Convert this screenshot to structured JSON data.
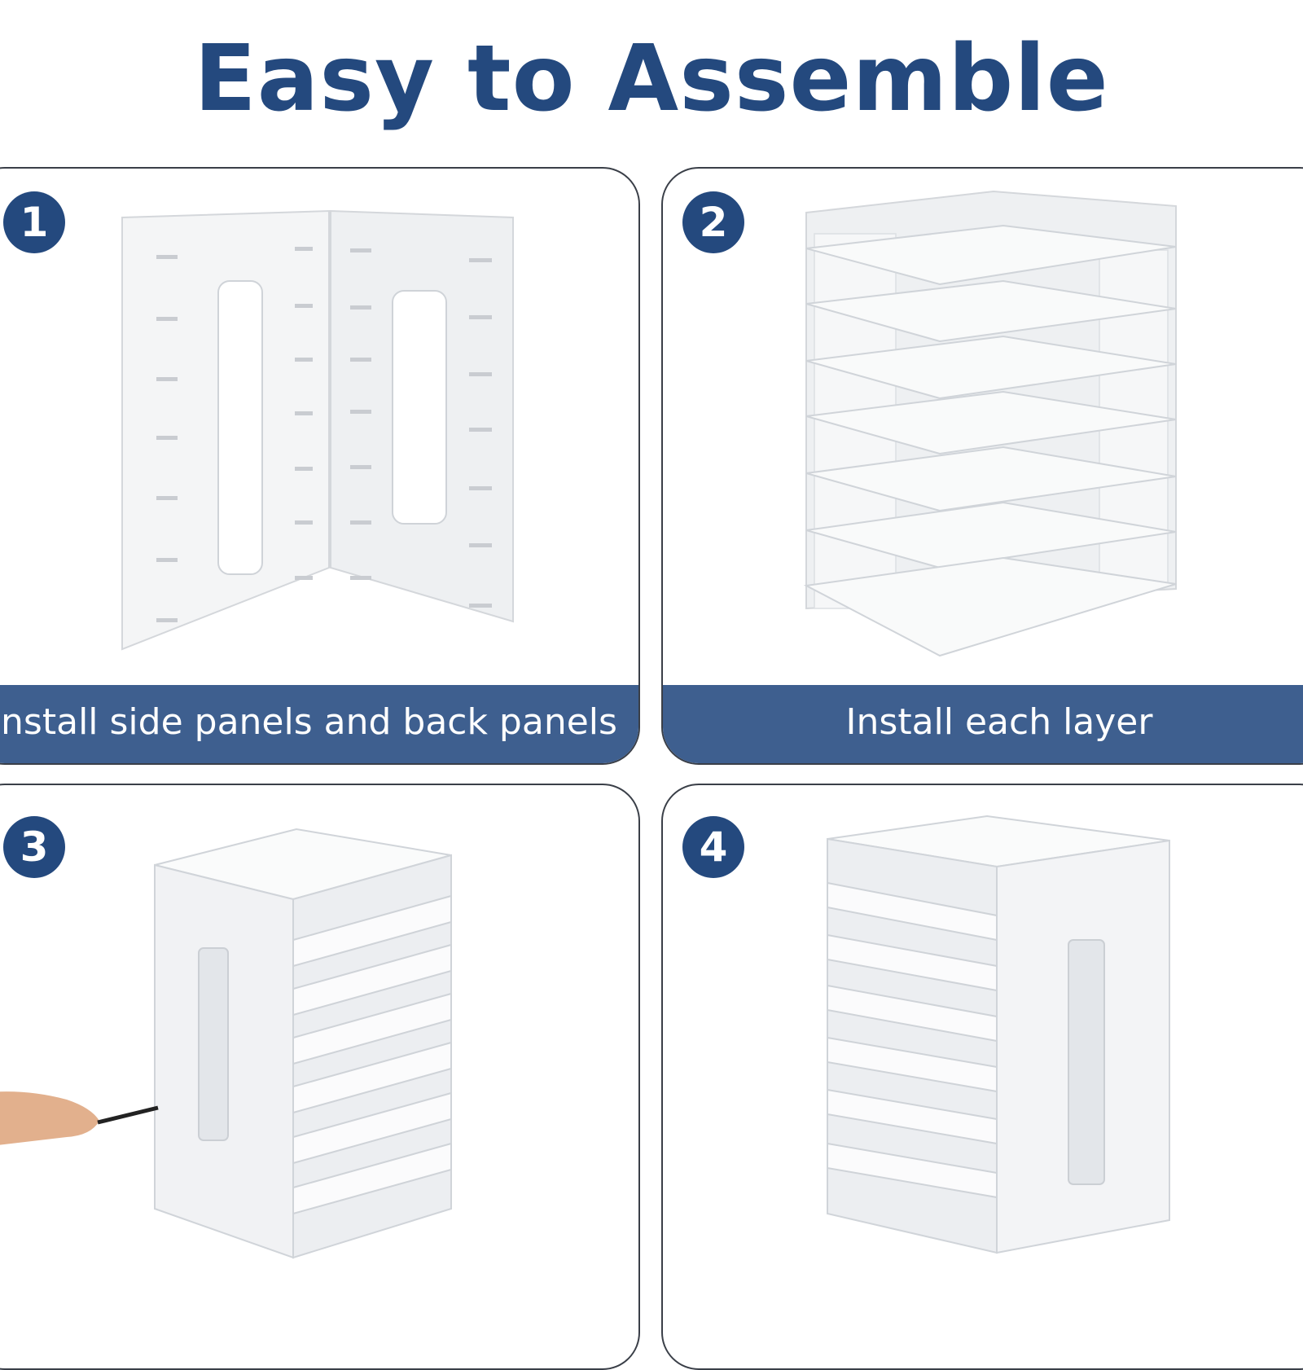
{
  "page": {
    "title": "Easy to Assemble",
    "accent_color": "#24497e",
    "caption_color": "#3e5f8f"
  },
  "steps": [
    {
      "number": "1",
      "caption": "Install side panels and back panels",
      "illustration": "flat-panels-with-slots"
    },
    {
      "number": "2",
      "caption": "Install each layer",
      "illustration": "shelves-stacked-in-frame"
    },
    {
      "number": "3",
      "caption": "",
      "illustration": "hand-with-screwdriver-fastening-organizer"
    },
    {
      "number": "4",
      "caption": "",
      "illustration": "finished-paper-tray-organizer"
    }
  ]
}
